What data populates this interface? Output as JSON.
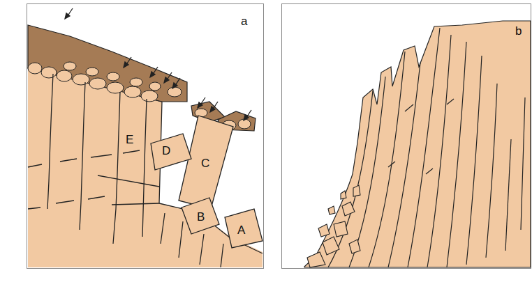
{
  "diagram": {
    "labels": [
      "a",
      "b",
      "E",
      "D",
      "C",
      "B",
      "A"
    ]
  }
}
